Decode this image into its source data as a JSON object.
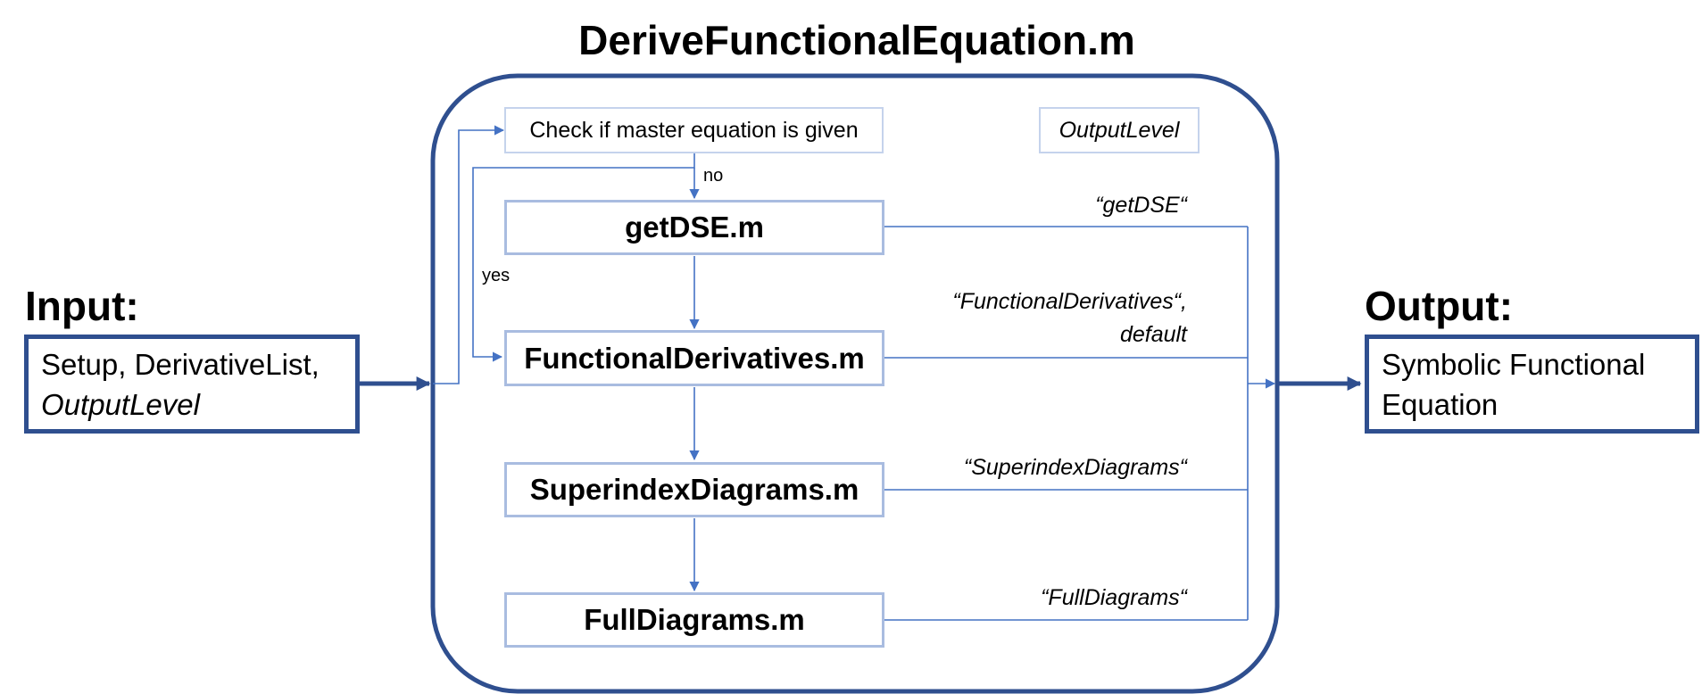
{
  "title": "DeriveFunctionalEquation.m",
  "input": {
    "heading": "Input:",
    "line1": "Setup, DerivativeList,",
    "line2": "OutputLevel"
  },
  "output": {
    "heading": "Output:",
    "line1": "Symbolic Functional",
    "line2": "Equation"
  },
  "check_box": "Check if master equation is given",
  "output_level_box": "OutputLevel",
  "branch_labels": {
    "no": "no",
    "yes": "yes"
  },
  "steps": [
    {
      "label": "getDSE.m"
    },
    {
      "label": "FunctionalDerivatives.m"
    },
    {
      "label": "SuperindexDiagrams.m"
    },
    {
      "label": "FullDiagrams.m"
    }
  ],
  "output_options": [
    {
      "line1": "“getDSE“"
    },
    {
      "line1": "“FunctionalDerivatives“,",
      "line2": "default"
    },
    {
      "line1": "“SuperindexDiagrams“"
    },
    {
      "line1": "“FullDiagrams“"
    }
  ],
  "colors": {
    "frame": "#2F4F8F",
    "connector": "#4472C4",
    "step_border": "#A9BCE0"
  }
}
